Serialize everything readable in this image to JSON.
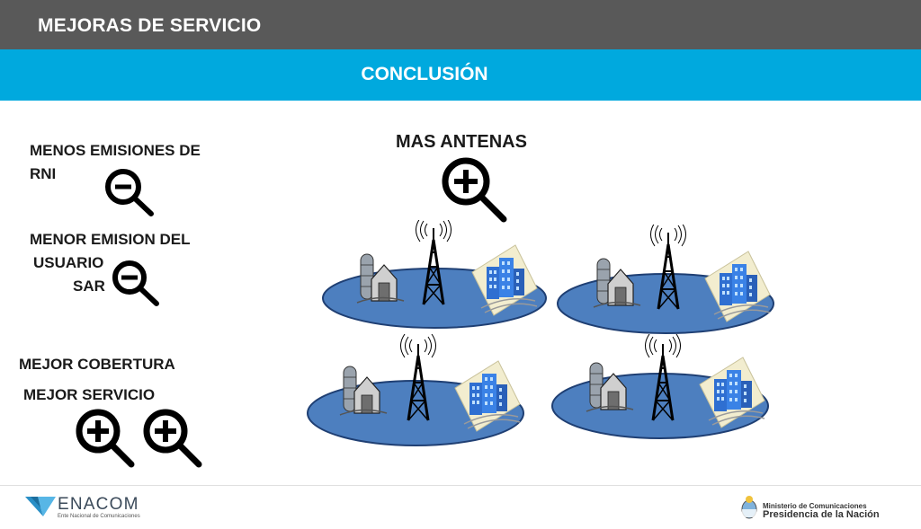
{
  "header": {
    "title": "MEJORAS DE SERVICIO",
    "subtitle": "CONCLUSIÓN"
  },
  "left": {
    "item1_line1": "MENOS EMISIONES DE",
    "item1_line2": "RNI",
    "item2_line1": "MENOR EMISION DEL",
    "item2_line2": "USUARIO",
    "item2_line3": "SAR",
    "item3_line1": "MEJOR COBERTURA",
    "item3_line2": "MEJOR SERVICIO"
  },
  "center": {
    "heading": "MAS ANTENAS"
  },
  "footer": {
    "logo_name": "ENACOM",
    "logo_subtitle": "Ente Nacional de Comunicaciones",
    "ministry_line1": "Ministerio de Comunicaciones",
    "ministry_line2": "Presidencia de la Nación"
  },
  "icons": [
    "zoom-out-icon",
    "zoom-in-icon",
    "antenna-tower-icon",
    "building-icon",
    "barn-silo-icon"
  ],
  "colors": {
    "top_bar": "#595959",
    "sub_bar": "#00a9de",
    "land": "#4d7fbf",
    "building": "#2f6fd1"
  }
}
